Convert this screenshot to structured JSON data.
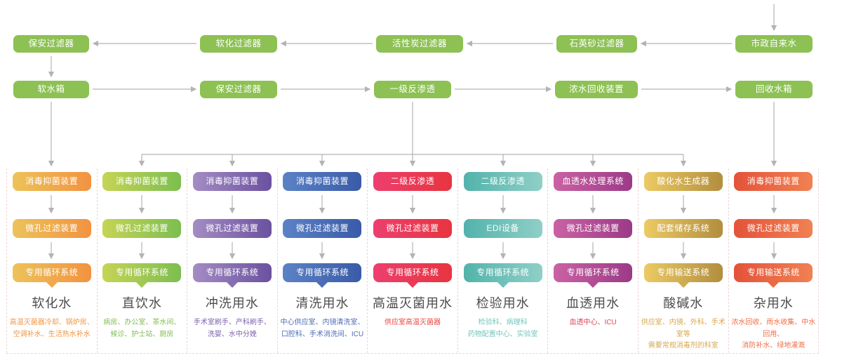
{
  "node_color": "#8dc153",
  "arrow_color": "#b3b3b3",
  "divider_color": "#ecd5d3",
  "pretreatment_flow": {
    "row1": [
      "保安过滤器",
      "软化过滤器",
      "活性炭过滤器",
      "石英砂过滤器",
      "市政自来水"
    ],
    "row2": [
      "软水箱",
      "保安过滤器",
      "一级反渗透",
      "浓水回收装置",
      "回收水箱"
    ]
  },
  "columns": [
    {
      "steps": [
        "消毒抑菌装置",
        "微孔过滤装置",
        "专用循环系统"
      ],
      "title": "软化水",
      "description": "高温灭菌器冷却、锅炉房、\n空调补水、生活热水补水",
      "colors": {
        "from": "#ecc35a",
        "to": "#f29240",
        "mid": "#f0a94c",
        "desc": "#f0953f"
      }
    },
    {
      "steps": [
        "消毒抑菌装置",
        "微孔过滤装置",
        "专用循环系统"
      ],
      "title": "直饮水",
      "description": "病房、办公室、茶水间、\n候诊、护士站、厨房",
      "colors": {
        "from": "#c6d455",
        "to": "#7cbe50",
        "mid": "#a0c952",
        "desc": "#7fbc52"
      }
    },
    {
      "steps": [
        "消毒抑菌装置",
        "微孔过滤装置",
        "专用循环系统"
      ],
      "title": "冲洗用水",
      "description": "手术室刷手、产科刷手、\n洗婴、水中分娩",
      "colors": {
        "from": "#a48cc4",
        "to": "#6b519f",
        "mid": "#8670b2",
        "desc": "#7e62ad"
      }
    },
    {
      "steps": [
        "消毒抑菌装置",
        "微孔过滤装置",
        "专用循环系统"
      ],
      "title": "清洗用水",
      "description": "中心供应室、内镜清洗室、\n口腔科、手术消洗间、ICU",
      "colors": {
        "from": "#5c82c6",
        "to": "#3a5ba8",
        "mid": "#4a6db6",
        "desc": "#4f6cb5"
      }
    },
    {
      "steps": [
        "二级反渗透",
        "微孔过滤装置",
        "专用循环系统"
      ],
      "title": "高温灭菌用水",
      "description": "供应室高温灭菌器",
      "colors": {
        "from": "#ed3f6e",
        "to": "#e7353f",
        "mid": "#ea3b58",
        "desc": "#e8453f"
      }
    },
    {
      "steps": [
        "二级反渗透",
        "EDI设备",
        "专用循环系统"
      ],
      "title": "检验用水",
      "description": "检验科、病理科\n药物配置中心、实验室",
      "colors": {
        "from": "#52b3ab",
        "to": "#8fcfc7",
        "mid": "#6ec1b9",
        "desc": "#74c5bc"
      }
    },
    {
      "steps": [
        "血透水处理系统",
        "微孔过滤装置",
        "专用循环系统"
      ],
      "title": "血透用水",
      "description": "血透中心、ICU",
      "colors": {
        "from": "#ca62a4",
        "to": "#9c3a87",
        "mid": "#b34e95",
        "desc": "#e0455a"
      }
    },
    {
      "steps": [
        "酸化水生成器",
        "配套储存系统",
        "专用输送系统"
      ],
      "title": "酸碱水",
      "description": "供应室、内镜、外科、手术室等\n需要常规消毒剂的科室",
      "colors": {
        "from": "#ecca64",
        "to": "#b28e3e",
        "mid": "#d0ac50",
        "desc": "#d6a94e"
      }
    },
    {
      "steps": [
        "消毒抑菌装置",
        "微孔过滤装置",
        "专用输送系统"
      ],
      "title": "杂用水",
      "description": "浓水回收、雨水收集、中水回用、\n消防补水、绿地灌溉",
      "colors": {
        "from": "#e4533a",
        "to": "#f08152",
        "mid": "#ea6a46",
        "desc": "#ee6f46"
      }
    }
  ]
}
